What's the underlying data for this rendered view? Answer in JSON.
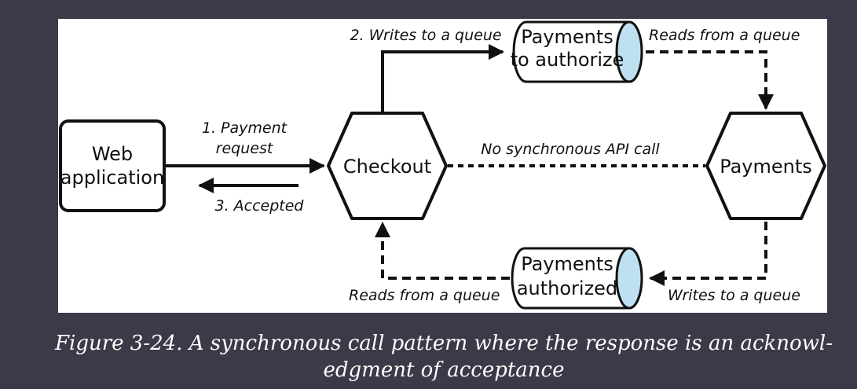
{
  "diagram": {
    "nodes": {
      "web_app": [
        "Web",
        "application"
      ],
      "checkout": "Checkout",
      "payments": "Payments",
      "queue_authorize": [
        "Payments",
        "to authorize"
      ],
      "queue_authorized": [
        "Payments",
        "authorized"
      ]
    },
    "edges": {
      "payment_request": [
        "1. Payment",
        "request"
      ],
      "accepted": "3. Accepted",
      "writes_queue_top": "2. Writes to a queue",
      "reads_queue_top": "Reads from a queue",
      "no_sync": "No synchronous API call",
      "writes_queue_bottom": "Writes to a queue",
      "reads_queue_bottom": "Reads from a queue"
    }
  },
  "caption": {
    "line1": "Figure 3-24. A synchronous call pattern where the response is an acknowl-",
    "line2": "edgment of acceptance"
  },
  "colors": {
    "background": "#3b3a48",
    "panel": "#ffffff",
    "queue_cap": "#bfe0f0",
    "stroke": "#111111",
    "caption_text": "#ffffff"
  }
}
